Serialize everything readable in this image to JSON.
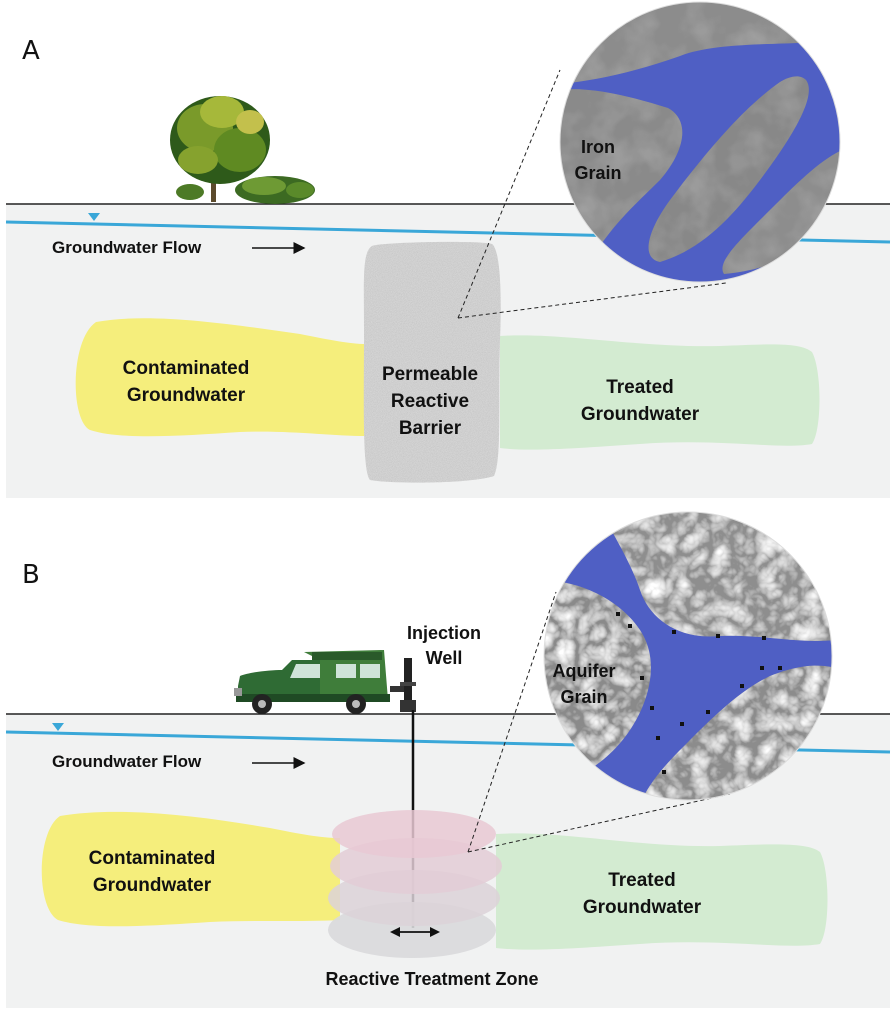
{
  "panel_a": {
    "letter": "A",
    "flow_label": "Groundwater Flow",
    "contaminated": [
      "Contaminated",
      "Groundwater"
    ],
    "barrier": [
      "Permeable",
      "Reactive",
      "Barrier"
    ],
    "treated": [
      "Treated",
      "Groundwater"
    ],
    "inset": [
      "Iron",
      "Grain"
    ]
  },
  "panel_b": {
    "letter": "B",
    "flow_label": "Groundwater Flow",
    "injection": [
      "Injection",
      "Well"
    ],
    "contaminated": [
      "Contaminated",
      "Groundwater"
    ],
    "treated": [
      "Treated",
      "Groundwater"
    ],
    "inset": [
      "Aquifer",
      "Grain"
    ],
    "zone_label": "Reactive Treatment Zone"
  },
  "colors": {
    "subsurface": "#f1f2f2",
    "water_table": "#3aa7d8",
    "contaminated": "#f5ee7c",
    "treated": "#d3ebd1",
    "pore_water": "#4f5fc4",
    "barrier": "#d6d6d6",
    "treatment_pink": "#e9c9d3"
  }
}
